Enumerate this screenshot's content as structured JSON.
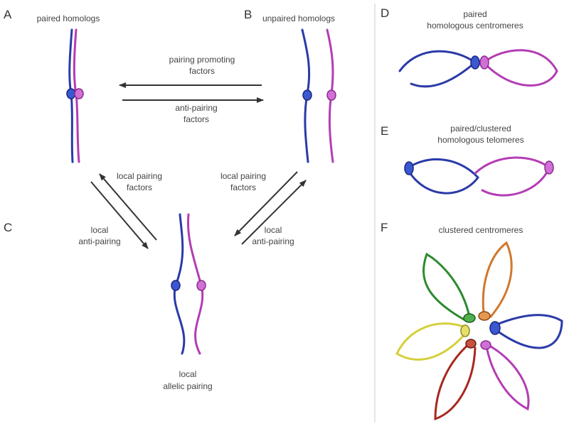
{
  "panels": {
    "a": {
      "letter": "A",
      "label": "paired homologs"
    },
    "b": {
      "letter": "B",
      "label": "unpaired homologs"
    },
    "c": {
      "letter": "C",
      "label_line1": "local",
      "label_line2": "allelic pairing"
    },
    "d": {
      "letter": "D",
      "label_line1": "paired",
      "label_line2": "homologous centromeres"
    },
    "e": {
      "letter": "E",
      "label_line1": "paired/clustered",
      "label_line2": "homologous telomeres"
    },
    "f": {
      "letter": "F",
      "label": "clustered centromeres"
    }
  },
  "arrows": {
    "pairing_promoting": {
      "line1": "pairing promoting",
      "line2": "factors"
    },
    "anti_pairing": {
      "line1": "anti-pairing",
      "line2": "factors"
    },
    "left_local_pairing": {
      "line1": "local pairing",
      "line2": "factors"
    },
    "left_local_anti": {
      "line1": "local",
      "line2": "anti-pairing"
    },
    "right_local_pairing": {
      "line1": "local pairing",
      "line2": "factors"
    },
    "right_local_anti": {
      "line1": "local",
      "line2": "anti-pairing"
    }
  },
  "colors": {
    "blue": "#2a3aa8",
    "magenta": "#b43cb4",
    "green": "#2e8a2e",
    "orange": "#d2772c",
    "yellow": "#d6cf3a",
    "red": "#a8281e",
    "arrow": "#333333",
    "divider": "#cccccc"
  }
}
